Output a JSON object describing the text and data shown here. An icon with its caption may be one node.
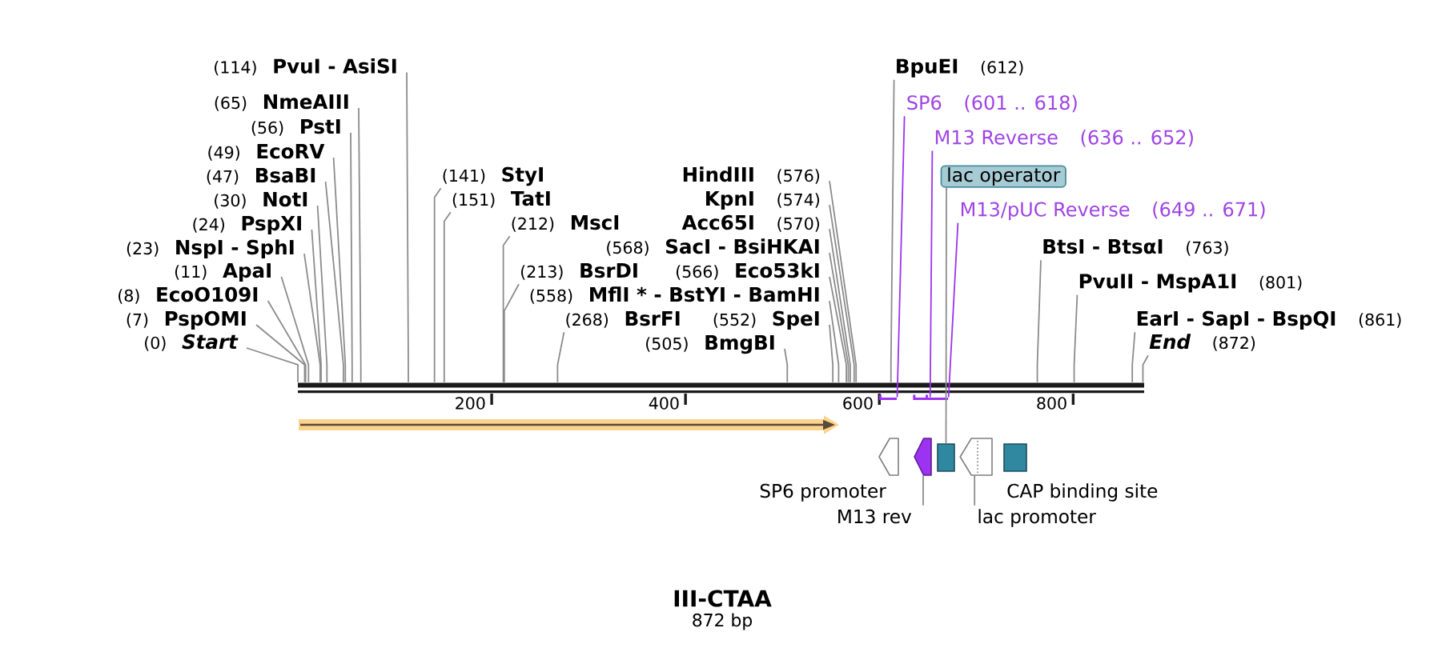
{
  "diagram": {
    "title": "III-CTAA",
    "caption": "872 bp",
    "nodes": [
      {
        "text": [
          "(0)",
          "Start"
        ]
      },
      {
        "text": [
          "(7)",
          "PspOMI"
        ]
      },
      {
        "text": [
          "(8)",
          "EcoO109I"
        ]
      },
      {
        "text": [
          "(11)",
          "ApaI"
        ]
      },
      {
        "text": [
          "(23)",
          "NspI - SphI"
        ]
      },
      {
        "text": [
          "(24)",
          "PspXI"
        ]
      },
      {
        "text": [
          "(30)",
          "NotI"
        ]
      },
      {
        "text": [
          "(47)",
          "BsaBI"
        ]
      },
      {
        "text": [
          "(49)",
          "EcoRV"
        ]
      },
      {
        "text": [
          "(56)",
          "PstI"
        ]
      },
      {
        "text": [
          "(65)",
          "NmeAIII"
        ]
      },
      {
        "text": [
          "(114)",
          "PvuI - AsiSI"
        ]
      },
      {
        "text": [
          "(141)",
          "StyI"
        ]
      },
      {
        "text": [
          "(151)",
          "TatI"
        ]
      },
      {
        "text": [
          "(212)",
          "MscI"
        ]
      },
      {
        "text": [
          "(213)",
          "BsrDI"
        ]
      },
      {
        "text": [
          "(268)",
          "BsrFI"
        ]
      },
      {
        "text": [
          "(505)",
          "BmgBI"
        ]
      },
      {
        "text": [
          "(552)",
          "SpeI"
        ]
      },
      {
        "text": [
          "(558)",
          "MflI * - BstYI - BamHI"
        ]
      },
      {
        "text": [
          "(566)",
          "Eco53kI"
        ]
      },
      {
        "text": [
          "(568)",
          "SacI - BsiHKAI"
        ]
      },
      {
        "text": [
          "Acc65I",
          "(570)"
        ]
      },
      {
        "text": [
          "KpnI",
          "(574)"
        ]
      },
      {
        "text": [
          "HindIII",
          "(576)"
        ]
      },
      {
        "text": [
          "BpuEI",
          "(612)"
        ]
      },
      {
        "text": [
          "BtsI - BtsαI",
          "(763)"
        ]
      },
      {
        "text": [
          "PvuII - MspA1I",
          "(801)"
        ]
      },
      {
        "text": [
          "EarI - SapI - BspQI",
          "(861)"
        ]
      },
      {
        "text": [
          "End",
          "(872)"
        ]
      },
      {
        "text": [
          "SP6",
          "(601 .. 618)"
        ]
      },
      {
        "text": [
          "M13 Reverse",
          "(636 .. 652)"
        ]
      },
      {
        "text": [
          "lac operator"
        ]
      },
      {
        "text": [
          "M13/pUC Reverse",
          "(649 .. 671)"
        ]
      },
      {
        "text": [],
        "shape": "bar",
        "beside": [
          "200",
          "400",
          "600",
          "800"
        ]
      },
      {
        "text": [],
        "shape": "bar"
      },
      {
        "text": [],
        "shape": "bar"
      },
      {
        "text": [],
        "shape": "bar"
      },
      {
        "text": [],
        "shape": "pentagon",
        "beside": [
          "SP6 promoter"
        ]
      },
      {
        "text": [],
        "shape": "pentagon"
      },
      {
        "text": [],
        "shape": "box"
      },
      {
        "text": [],
        "shape": "pentagon"
      },
      {
        "text": [],
        "shape": "box",
        "beside": [
          "CAP binding site"
        ]
      },
      {
        "text": [
          "M13 rev"
        ]
      },
      {
        "text": [
          "lac promoter"
        ]
      }
    ],
    "edges": [
      {
        "from": 0,
        "to": 34,
        "arrow": "none"
      },
      {
        "from": 1,
        "to": 34,
        "arrow": "none"
      },
      {
        "from": 2,
        "to": 34,
        "arrow": "none"
      },
      {
        "from": 3,
        "to": 34,
        "arrow": "none"
      },
      {
        "from": 4,
        "to": 34,
        "arrow": "none"
      },
      {
        "from": 5,
        "to": 34,
        "arrow": "none"
      },
      {
        "from": 6,
        "to": 34,
        "arrow": "none"
      },
      {
        "from": 7,
        "to": 34,
        "arrow": "none"
      },
      {
        "from": 8,
        "to": 34,
        "arrow": "none"
      },
      {
        "from": 9,
        "to": 34,
        "arrow": "none"
      },
      {
        "from": 10,
        "to": 34,
        "arrow": "none"
      },
      {
        "from": 11,
        "to": 34,
        "arrow": "none"
      },
      {
        "from": 12,
        "to": 34,
        "arrow": "none"
      },
      {
        "from": 13,
        "to": 34,
        "arrow": "none"
      },
      {
        "from": 14,
        "to": 34,
        "arrow": "none"
      },
      {
        "from": 15,
        "to": 34,
        "arrow": "none"
      },
      {
        "from": 16,
        "to": 34,
        "arrow": "none"
      },
      {
        "from": 17,
        "to": 34,
        "arrow": "none"
      },
      {
        "from": 18,
        "to": 34,
        "arrow": "none"
      },
      {
        "from": 19,
        "to": 34,
        "arrow": "none"
      },
      {
        "from": 20,
        "to": 34,
        "arrow": "none"
      },
      {
        "from": 21,
        "to": 34,
        "arrow": "none"
      },
      {
        "from": 22,
        "to": 34,
        "arrow": "none"
      },
      {
        "from": 23,
        "to": 34,
        "arrow": "none"
      },
      {
        "from": 24,
        "to": 34,
        "arrow": "none"
      },
      {
        "from": 25,
        "to": 34,
        "arrow": "none"
      },
      {
        "from": 26,
        "to": 34,
        "arrow": "none"
      },
      {
        "from": 27,
        "to": 34,
        "arrow": "none"
      },
      {
        "from": 28,
        "to": 34,
        "arrow": "none"
      },
      {
        "from": 29,
        "to": 34,
        "arrow": "none"
      },
      {
        "from": 30,
        "to": 35,
        "arrow": "none",
        "color": "#9c33f0"
      },
      {
        "from": 31,
        "to": 36,
        "arrow": "none",
        "color": "#9c33f0"
      },
      {
        "from": 32,
        "to": 40,
        "arrow": "none"
      },
      {
        "from": 33,
        "to": 37,
        "arrow": "none",
        "color": "#9c33f0"
      },
      {
        "from": 43,
        "to": 39,
        "arrow": "none"
      },
      {
        "from": 44,
        "to": 41,
        "arrow": "none"
      }
    ]
  }
}
